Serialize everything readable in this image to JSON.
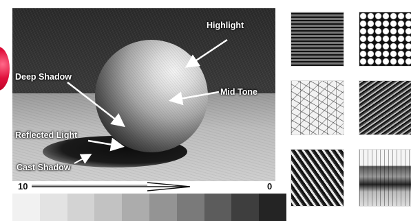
{
  "sketch": {
    "labels": {
      "highlight": "Highlight",
      "deep_shadow": "Deep Shadow",
      "mid_tone": "Mid Tone",
      "reflected_light": "Reflected Light",
      "cast_shadow": "Cast Shadow"
    }
  },
  "value_scale": {
    "left_value": "10",
    "right_value": "0",
    "swatch_colors": [
      "#f1f1f1",
      "#e3e3e3",
      "#d3d3d3",
      "#c2c2c2",
      "#acacac",
      "#949494",
      "#7a7a7a",
      "#5c5c5c",
      "#3e3e3e",
      "#242424"
    ]
  },
  "textures": {
    "tiles": [
      "abstract-folds",
      "spots-pattern",
      "starburst-crosshatch",
      "diagonal-scribble",
      "diagonal-stripes",
      "landscape-scene"
    ]
  }
}
